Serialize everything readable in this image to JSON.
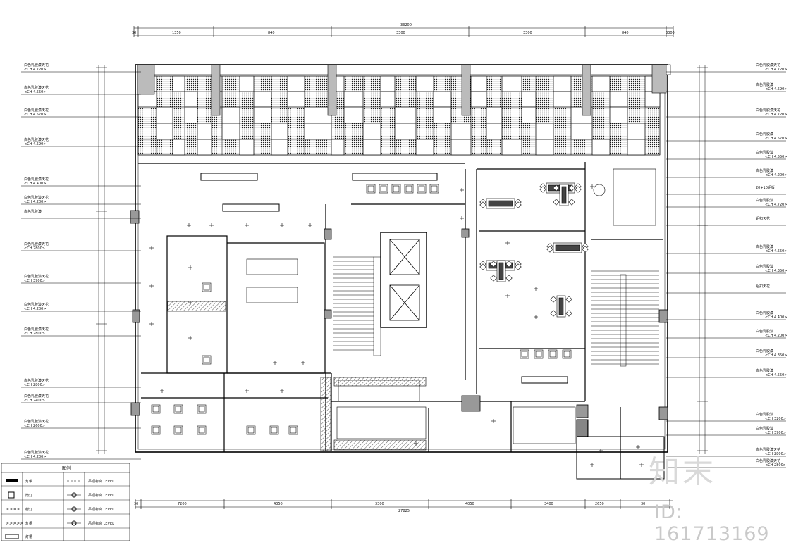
{
  "drawing": {
    "legend_title": "图例",
    "dims_top": [
      "30",
      "1350",
      "840",
      "3300",
      "3300",
      "840",
      "3300",
      "3300",
      "30"
    ],
    "dim_top_total": "33200",
    "dims_bottom": [
      "30",
      "7200",
      "4350",
      "3300",
      "4050",
      "3400",
      "2650",
      "30"
    ],
    "dim_bottom_total": "27825",
    "left_labels": [
      {
        "t": "白色乳胶漆天花",
        "s": "<CH 4.720>"
      },
      {
        "t": "白色乳胶漆天花",
        "s": "<CH 4.550>"
      },
      {
        "t": "白色乳胶漆天花",
        "s": "<CH 4.570>"
      },
      {
        "t": "白色乳胶漆天花",
        "s": "<CH 4.590>"
      },
      {
        "t": "白色乳胶漆天花",
        "s": "<CH 4.400>"
      },
      {
        "t": "白色乳胶漆天花",
        "s": "<CH 4.200>"
      },
      {
        "t": "白色乳胶漆",
        "s": ""
      },
      {
        "t": "白色乳胶漆天花",
        "s": "<CH 2800>"
      },
      {
        "t": "白色乳胶漆天花",
        "s": "<CH 3900>"
      },
      {
        "t": "白色乳胶漆天花",
        "s": "<CH 4.200>"
      },
      {
        "t": "白色乳胶漆天花",
        "s": "<CH 2800>"
      },
      {
        "t": "白色乳胶漆天花",
        "s": "<CH 2800>"
      },
      {
        "t": "白色乳胶漆天花",
        "s": "<CH 2400>"
      },
      {
        "t": "白色乳胶漆天花",
        "s": "<CH 2600>"
      },
      {
        "t": "白色乳胶漆天花",
        "s": "<CH 4.200>"
      }
    ],
    "right_labels": [
      {
        "t": "白色乳胶漆天花",
        "s": "<CH 4.720>"
      },
      {
        "t": "白色乳胶漆",
        "s": "<CH 4.590>"
      },
      {
        "t": "白色乳胶漆天花",
        "s": "<CH 4.720>"
      },
      {
        "t": "白色乳胶漆",
        "s": "<CH 4.570>"
      },
      {
        "t": "白色乳胶漆",
        "s": "<CH 4.550>"
      },
      {
        "t": "白色乳胶漆",
        "s": "<CH 4.200>"
      },
      {
        "t": "20+10铝板",
        "s": ""
      },
      {
        "t": "白色乳胶漆",
        "s": "<CH 4.720>"
      },
      {
        "t": "铝扣天花",
        "s": ""
      },
      {
        "t": "白色乳胶漆",
        "s": "<CH 4.550>"
      },
      {
        "t": "白色乳胶漆",
        "s": "<CH 4.350>"
      },
      {
        "t": "铝扣天花",
        "s": ""
      },
      {
        "t": "白色乳胶漆",
        "s": "<CH 4.400>"
      },
      {
        "t": "白色乳胶漆",
        "s": "<CH 4.200>"
      },
      {
        "t": "白色乳胶漆",
        "s": "<CH 4.350>"
      },
      {
        "t": "白色乳胶漆",
        "s": "<CH 4.550>"
      },
      {
        "t": "白色乳胶漆",
        "s": "<CH 3200>"
      },
      {
        "t": "白色乳胶漆",
        "s": "<CH 3900>"
      },
      {
        "t": "白色乳胶漆天花",
        "s": "<CH 2800>"
      },
      {
        "t": "白色乳胶漆天花",
        "s": "<CH 2800>"
      }
    ],
    "legend_rows": [
      {
        "a": "灯带",
        "b": "吊顶标高 LEVEL"
      },
      {
        "a": "筒灯",
        "b": "吊顶标高 LEVEL"
      },
      {
        "a": "射灯",
        "b": "吊顶标高 LEVEL"
      },
      {
        "a": "灯槽",
        "b": "吊顶标高 LEVEL"
      },
      {
        "a": "灯槽",
        "b": ""
      }
    ]
  },
  "watermark": {
    "brand": "知末",
    "id": "ID: 161713169"
  }
}
